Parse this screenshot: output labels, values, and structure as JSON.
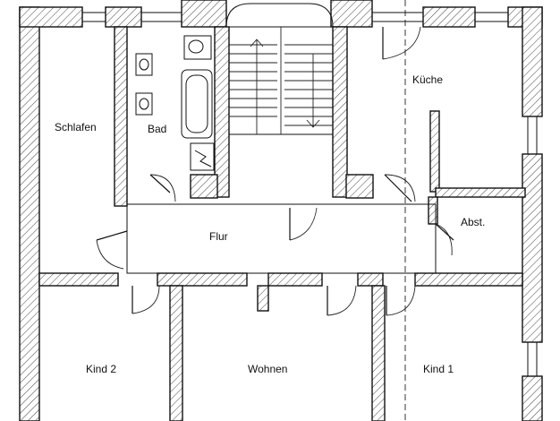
{
  "rooms": {
    "schlafen": "Schlafen",
    "bad": "Bad",
    "kueche": "Küche",
    "flur": "Flur",
    "abst": "Abst.",
    "kind2": "Kind 2",
    "wohnen": "Wohnen",
    "kind1": "Kind 1"
  },
  "colors": {
    "wall_stroke": "#111111",
    "background": "#ffffff"
  }
}
